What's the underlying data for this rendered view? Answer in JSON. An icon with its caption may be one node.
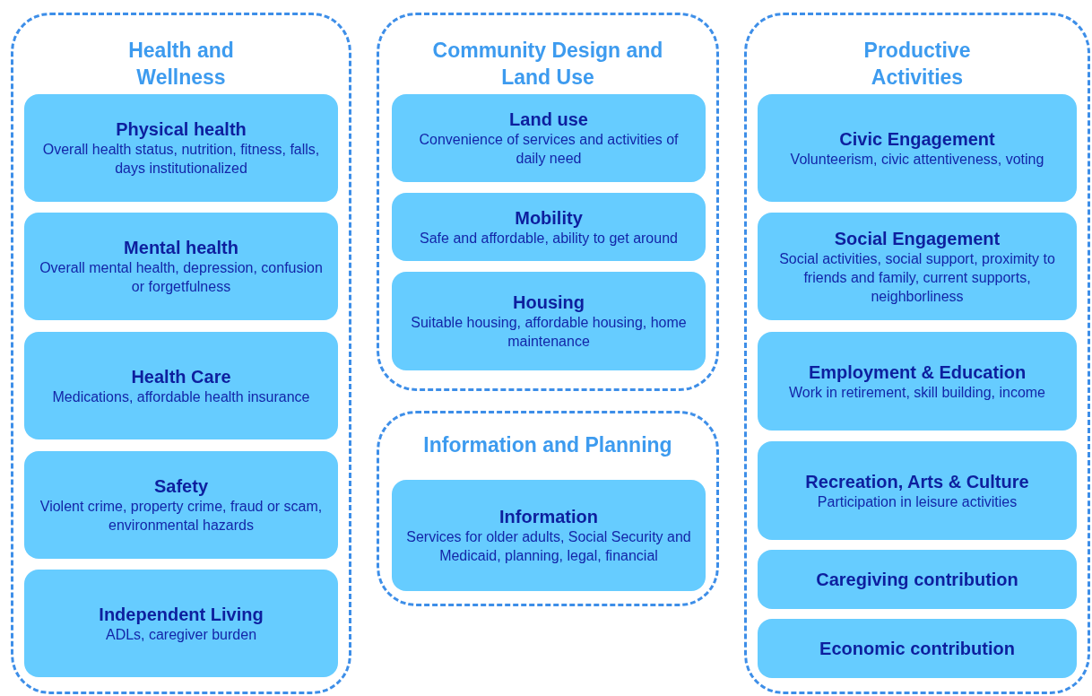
{
  "diagram": {
    "nodes": [
      {
        "text": [
          "Health and Wellness"
        ]
      },
      {
        "text": [
          "Physical health",
          "Overall health status, nutrition, fitness, falls, days institutionalized"
        ],
        "in": 0
      },
      {
        "text": [
          "Mental health",
          "Overall mental health, depression, confusion or forgetfulness"
        ],
        "in": 0
      },
      {
        "text": [
          "Health Care",
          "Medications, affordable health insurance"
        ],
        "in": 0
      },
      {
        "text": [
          "Safety",
          "Violent crime, property crime, fraud or scam, environmental hazards"
        ],
        "in": 0
      },
      {
        "text": [
          "Independent Living",
          "ADLs, caregiver burden"
        ],
        "in": 0
      },
      {
        "text": [
          "Community Design and Land Use"
        ]
      },
      {
        "text": [
          "Land use",
          "Convenience of services and activities of daily need"
        ],
        "in": 6
      },
      {
        "text": [
          "Mobility",
          "Safe and affordable, ability to get around"
        ],
        "in": 6
      },
      {
        "text": [
          "Housing",
          "Suitable housing, affordable housing, home maintenance"
        ],
        "in": 6
      },
      {
        "text": [
          "Information and Planning"
        ]
      },
      {
        "text": [
          "Information",
          "Services for older adults, Social Security and Medicaid, planning, legal, financial"
        ],
        "in": 10
      },
      {
        "text": [
          "Productive Activities"
        ]
      },
      {
        "text": [
          "Civic Engagement",
          "Volunteerism, civic attentiveness, voting"
        ],
        "in": 12
      },
      {
        "text": [
          "Social Engagement",
          "Social activities, social support, proximity to friends and family, current supports, neighborliness"
        ],
        "in": 12
      },
      {
        "text": [
          "Employment & Education",
          "Work in retirement, skill building, income"
        ],
        "in": 12
      },
      {
        "text": [
          "Recreation, Arts & Culture",
          "Participation in leisure activities"
        ],
        "in": 12
      },
      {
        "text": [
          "Caregiving contribution"
        ],
        "in": 12
      },
      {
        "text": [
          "Economic contribution"
        ],
        "in": 12
      }
    ]
  }
}
